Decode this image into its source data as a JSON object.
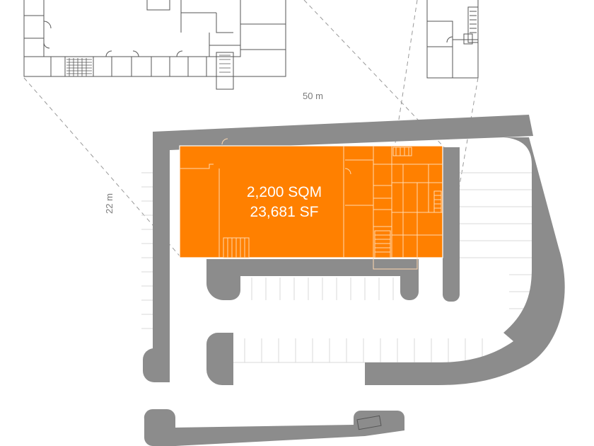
{
  "colors": {
    "accent": "#ff8000",
    "road": "#8c8c8c",
    "line": "#555555",
    "tree_dark": "#2f9e3a",
    "tree_light": "#8ccf3a"
  },
  "dimensions": {
    "width_label": "50 m",
    "depth_label": "22 m"
  },
  "unit_area": {
    "sqm": "2,200 SQM",
    "sf": "23,681 SF"
  },
  "icons": [
    "tree-icon",
    "dimension-arrow-icon"
  ]
}
